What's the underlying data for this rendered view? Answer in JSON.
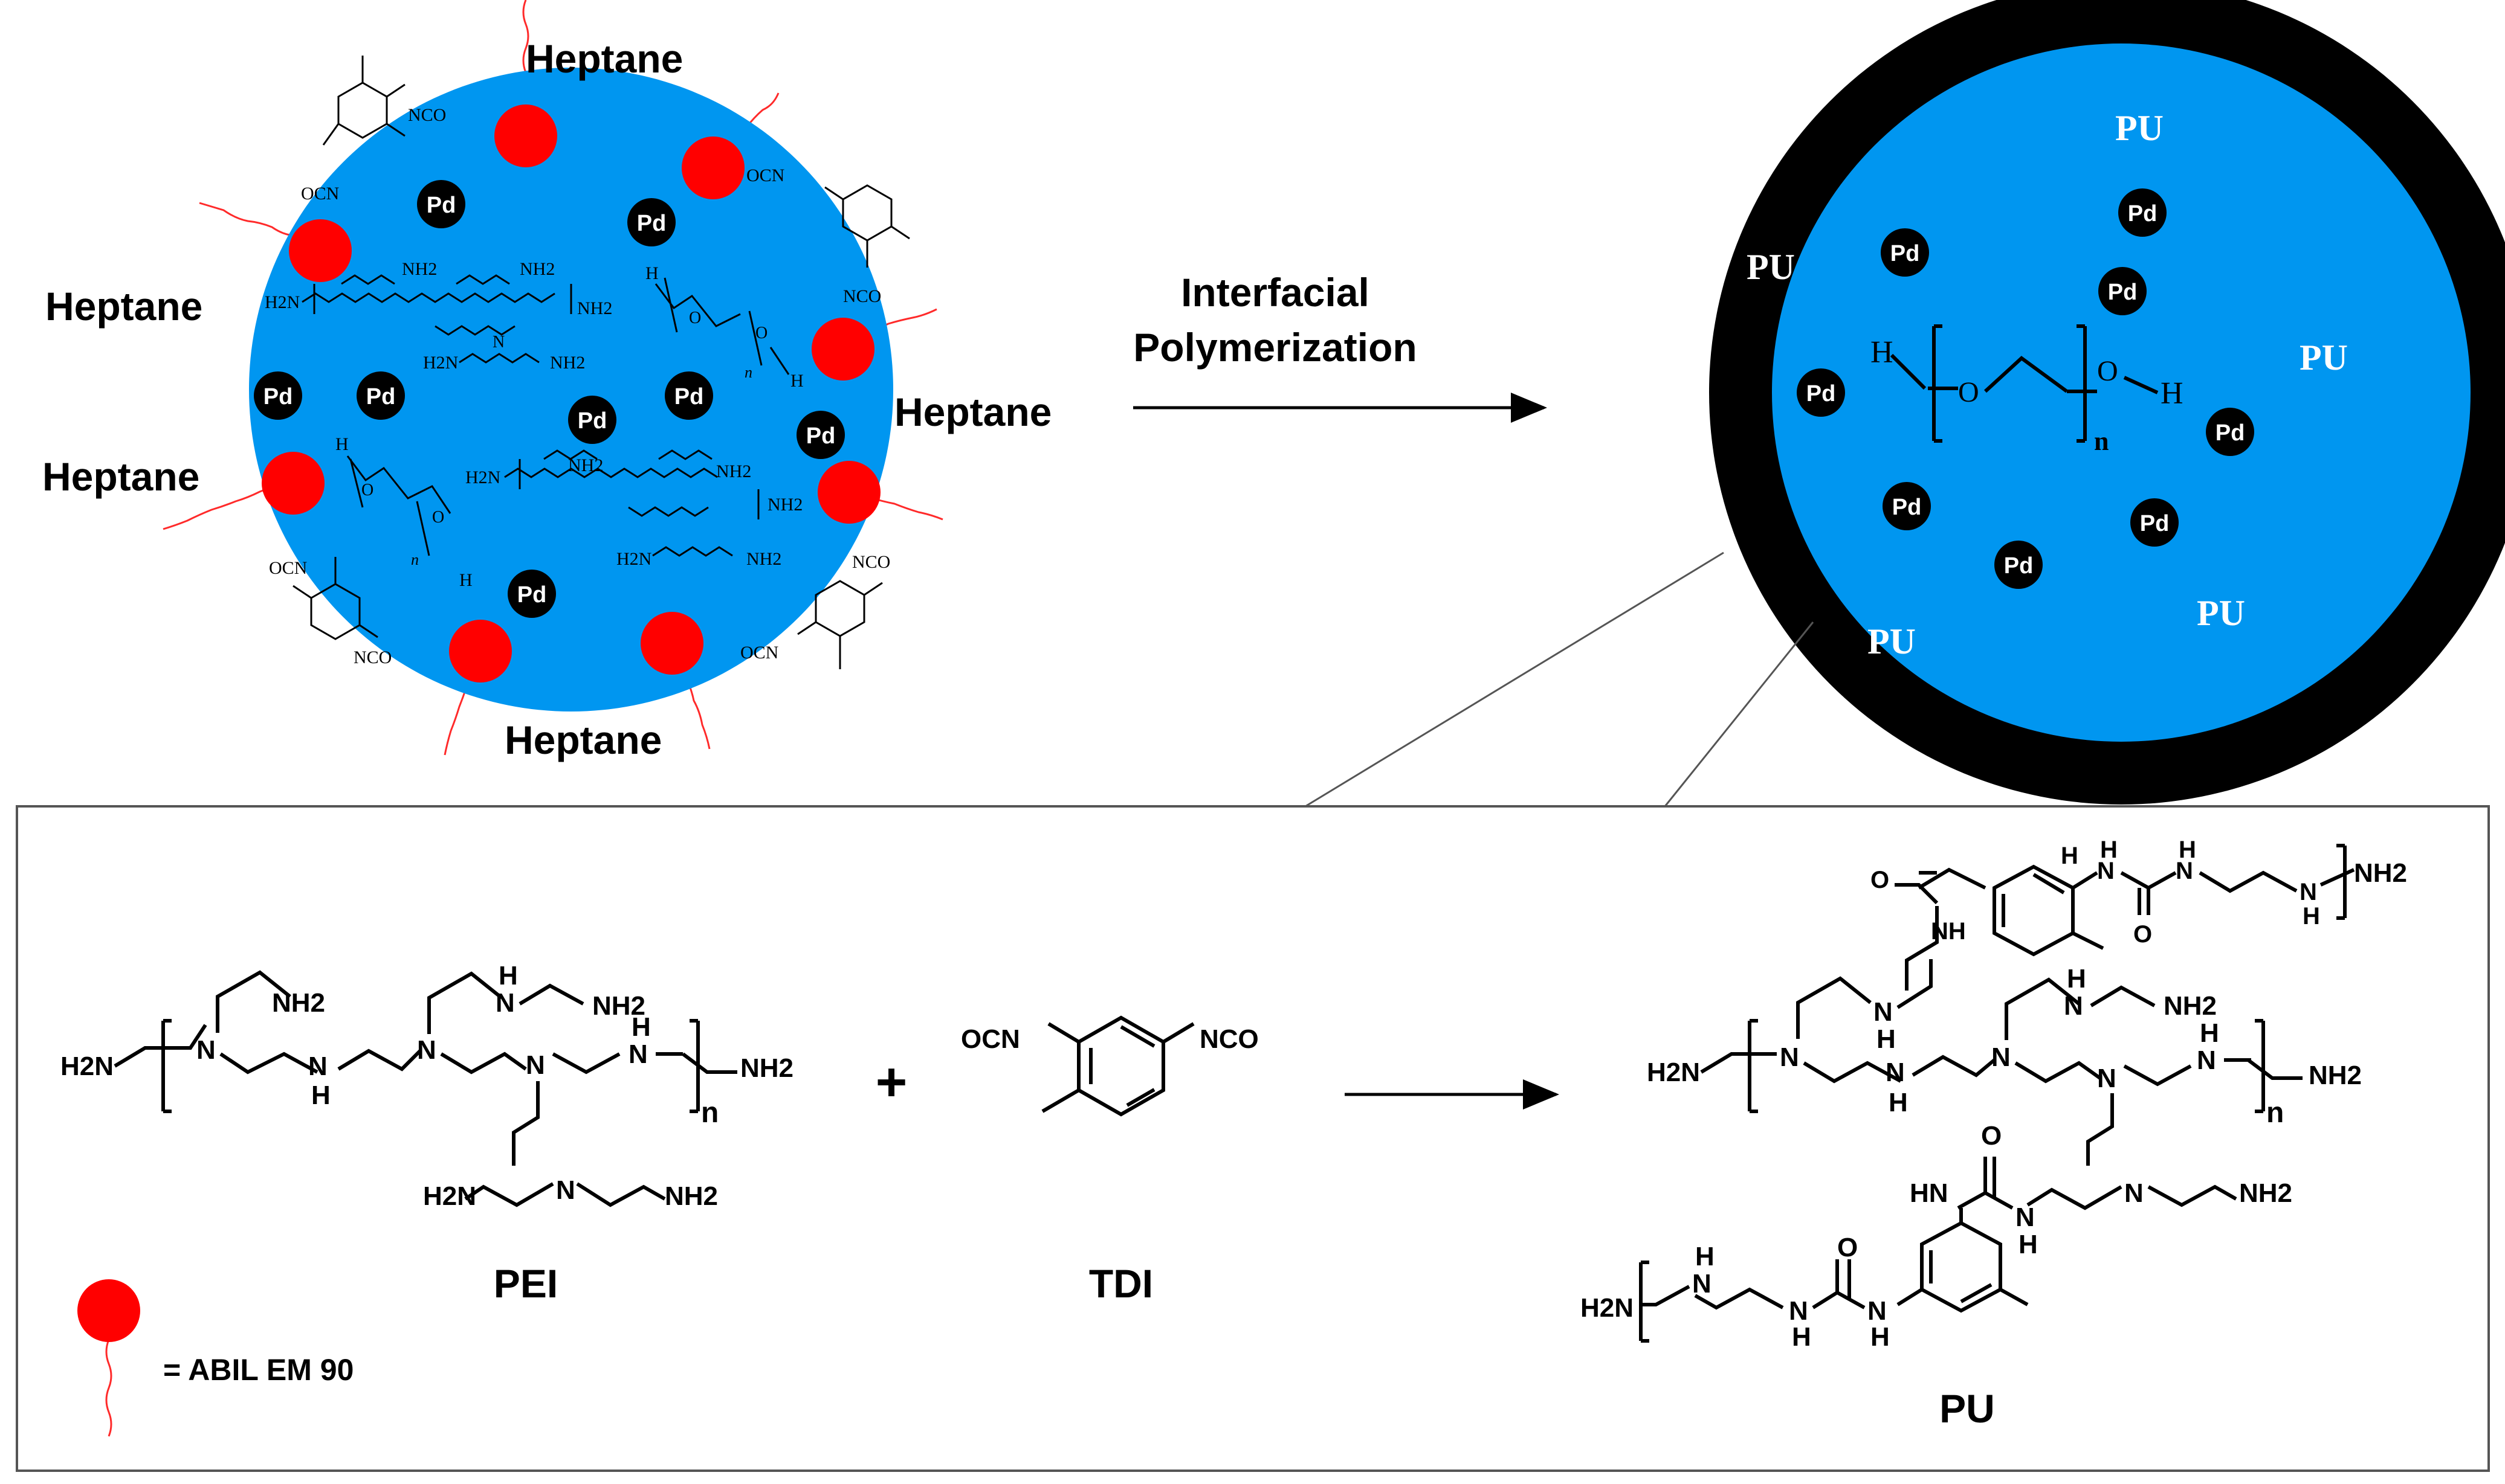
{
  "colors": {
    "droplet": "#0096f0",
    "surfactant": "#ff0000",
    "shell": "#000000",
    "text": "#000000"
  },
  "emulsion": {
    "solvent_label": "Heptane",
    "catalyst_label": "Pd",
    "peg_h": "H",
    "peg_o": "O",
    "peg_n": "n",
    "nh2": "NH2",
    "h2n": "H2N",
    "nh": "N",
    "isocyanate": "NCO",
    "isocyanate_left": "OCN"
  },
  "process": {
    "arrow_label_line1": "Interfacial",
    "arrow_label_line2": "Polymerization"
  },
  "capsule": {
    "shell_label": "PU",
    "catalyst_label": "Pd",
    "peg": {
      "h_left": "H",
      "o_left": "O",
      "o_right": "O",
      "h_right": "H",
      "n": "n"
    }
  },
  "reaction": {
    "reactant1_label": "PEI",
    "plus": "+",
    "reactant2_label": "TDI",
    "product_label": "PU",
    "nco_right": "NCO",
    "nco_left": "OCN",
    "amine_h2n": "H2N",
    "amine_nh2": "NH2",
    "n": "n",
    "N": "N",
    "H": "H",
    "NH": "NH",
    "HN": "HN",
    "O": "O"
  },
  "legend": {
    "surfactant_label": "= ABIL EM 90"
  }
}
